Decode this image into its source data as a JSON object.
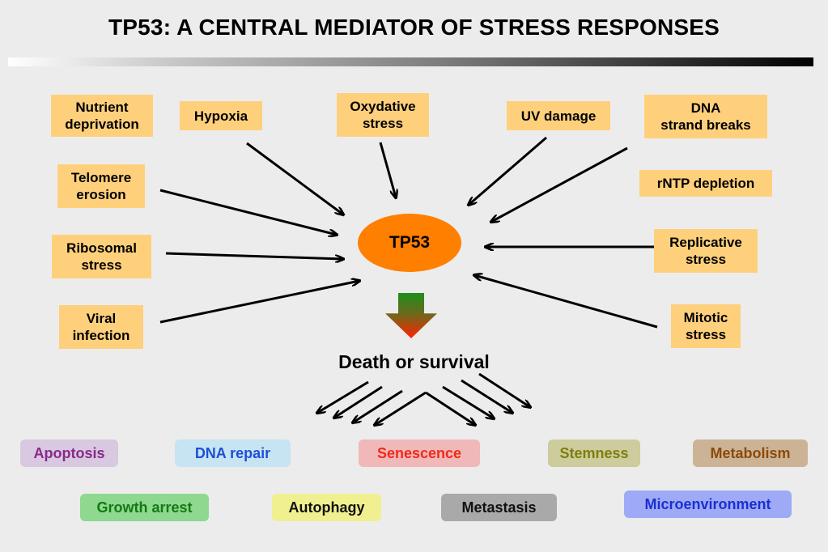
{
  "title": "TP53: A CENTRAL MEDIATOR OF STRESS RESPONSES",
  "center": "TP53",
  "outcome": "Death or survival",
  "stresses": {
    "nutrient": "Nutrient\ndeprivation",
    "hypoxia": "Hypoxia",
    "oxidative": "Oxydative\nstress",
    "uv": "UV damage",
    "dna": "DNA\nstrand breaks",
    "telomere": "Telomere\nerosion",
    "rntp": "rNTP depletion",
    "ribosomal": "Ribosomal\nstress",
    "replicative": "Replicative\nstress",
    "viral": "Viral\ninfection",
    "mitotic": "Mitotic\nstress"
  },
  "responses": {
    "apoptosis": {
      "label": "Apoptosis",
      "bg": "#d8c8e0",
      "fg": "#8a2a8a"
    },
    "dna_repair": {
      "label": "DNA repair",
      "bg": "#c6e4f2",
      "fg": "#1d4fd6"
    },
    "senescence": {
      "label": "Senescence",
      "bg": "#f0b8b8",
      "fg": "#f02a1a"
    },
    "stemness": {
      "label": "Stemness",
      "bg": "#cccc9c",
      "fg": "#7e7e10"
    },
    "metabolism": {
      "label": "Metabolism",
      "bg": "#cdb396",
      "fg": "#8a4a0a"
    },
    "growth_arrest": {
      "label": "Growth arrest",
      "bg": "#8ed890",
      "fg": "#137a13"
    },
    "autophagy": {
      "label": "Autophagy",
      "bg": "#f0f090",
      "fg": "#111111"
    },
    "metastasis": {
      "label": "Metastasis",
      "bg": "#a9a9a9",
      "fg": "#111111"
    },
    "microenvironment": {
      "label": "Microenvironment",
      "bg": "#9eaaf6",
      "fg": "#1a2fd0"
    }
  },
  "colors": {
    "stress_box": "#ffd07c",
    "tp53": "#ff7f00"
  }
}
